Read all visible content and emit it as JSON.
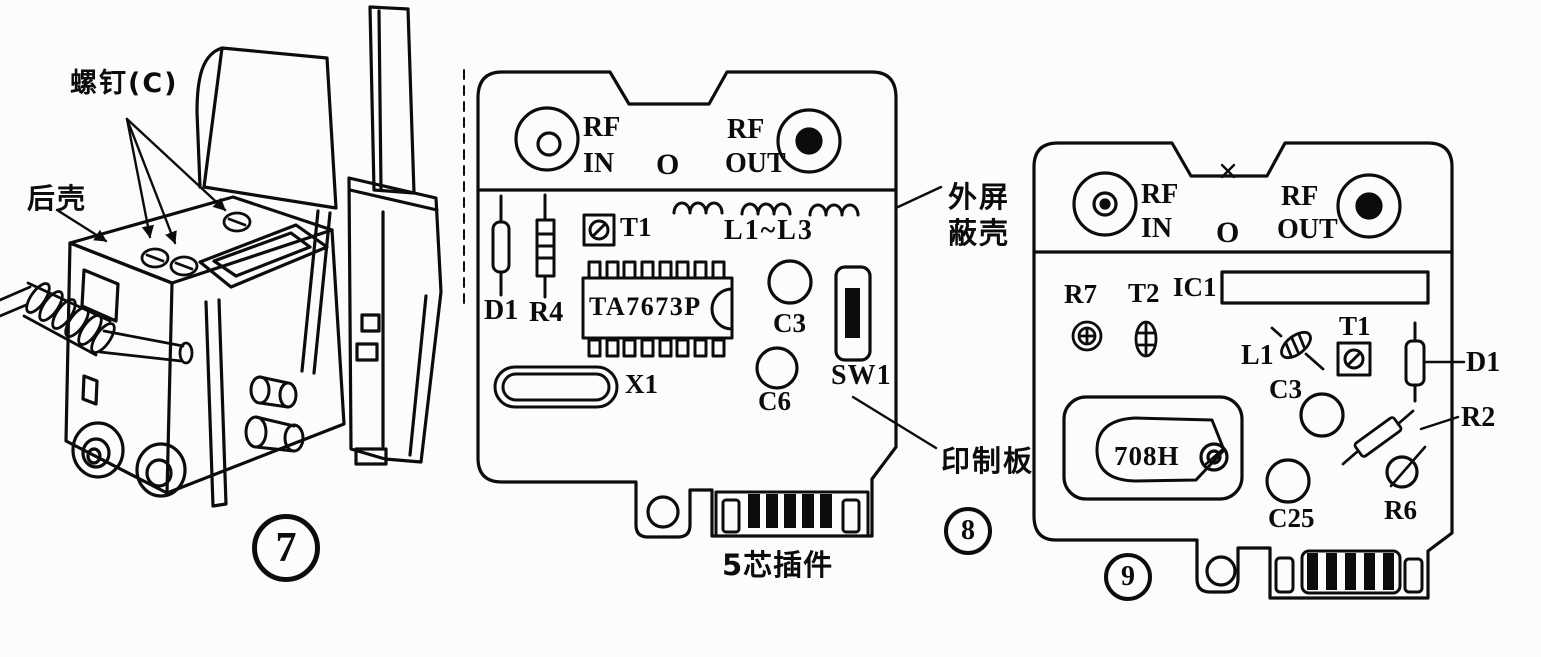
{
  "colors": {
    "ink": "#0c0c0c",
    "paper": "#fcfcfa"
  },
  "figure7": {
    "number": "7",
    "labels": {
      "screws": "螺钉(C)",
      "back_shell": "后壳"
    }
  },
  "figure8": {
    "number": "8",
    "connectors": {
      "rf_in_l1": "RF",
      "rf_in_l2": "IN",
      "zero_mark": "O",
      "rf_out_l1": "RF",
      "rf_out_l2": "OUT"
    },
    "components": {
      "t1": "T1",
      "coils": "L1~L3",
      "d1": "D1",
      "r4": "R4",
      "ic": "TA7673P",
      "c3": "C3",
      "sw1": "SW1",
      "x1": "X1",
      "c6": "C6"
    },
    "callouts": {
      "shield_line1": "外屏",
      "shield_line2": "蔽壳",
      "pcb": "印制板",
      "connector": "5芯插件"
    }
  },
  "figure9": {
    "number": "9",
    "connectors": {
      "rf_in_l1": "RF",
      "rf_in_l2": "IN",
      "zero_mark": "O",
      "rf_out_l1": "RF",
      "rf_out_l2": "OUT"
    },
    "components": {
      "r7": "R7",
      "t2": "T2",
      "ic1": "IC1",
      "l1": "L1",
      "t1": "T1",
      "d1": "D1",
      "c3": "C3",
      "r2": "R2",
      "module": "708H",
      "c25": "C25",
      "r6": "R6"
    }
  }
}
